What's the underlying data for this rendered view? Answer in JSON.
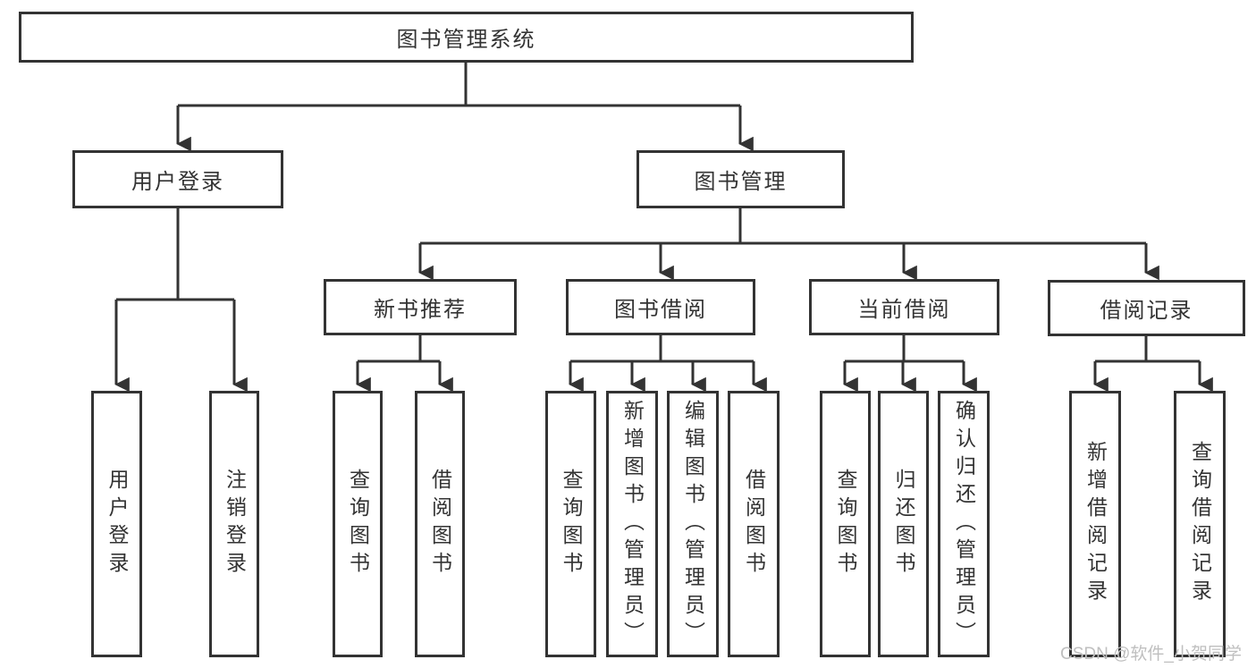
{
  "diagram": {
    "type": "hierarchy",
    "root_label": "图书管理系统",
    "nodes": {
      "root": {
        "label": "图书管理系统",
        "level": 0
      },
      "user_login": {
        "label": "用户登录",
        "level": 1
      },
      "book_mgmt": {
        "label": "图书管理",
        "level": 1
      },
      "new_book_rec": {
        "label": "新书推荐",
        "level": 2
      },
      "book_borrow": {
        "label": "图书借阅",
        "level": 2
      },
      "current_borrow": {
        "label": "当前借阅",
        "level": 2
      },
      "borrow_records": {
        "label": "借阅记录",
        "level": 2
      },
      "leaf_user_login": {
        "label": "用户登录",
        "level": 3
      },
      "leaf_logout": {
        "label": "注销登录",
        "level": 3
      },
      "leaf_query_book_1": {
        "label": "查询图书",
        "level": 3
      },
      "leaf_borrow_book_1": {
        "label": "借阅图书",
        "level": 3
      },
      "leaf_query_book_2": {
        "label": "查询图书",
        "level": 3
      },
      "leaf_add_book": {
        "label": "新增图书（管理员）",
        "level": 3
      },
      "leaf_edit_book": {
        "label": "编辑图书（管理员）",
        "level": 3
      },
      "leaf_borrow_book_2": {
        "label": "借阅图书",
        "level": 3
      },
      "leaf_query_book_3": {
        "label": "查询图书",
        "level": 3
      },
      "leaf_return_book": {
        "label": "归还图书",
        "level": 3
      },
      "leaf_confirm_return": {
        "label": "确认归还（管理员）",
        "level": 3
      },
      "leaf_add_record": {
        "label": "新增借阅记录",
        "level": 3
      },
      "leaf_query_record": {
        "label": "查询借阅记录",
        "level": 3
      }
    },
    "edges": [
      [
        "图书管理系统",
        "用户登录"
      ],
      [
        "图书管理系统",
        "图书管理"
      ],
      [
        "用户登录",
        "用户登录"
      ],
      [
        "用户登录",
        "注销登录"
      ],
      [
        "图书管理",
        "新书推荐"
      ],
      [
        "图书管理",
        "图书借阅"
      ],
      [
        "图书管理",
        "当前借阅"
      ],
      [
        "图书管理",
        "借阅记录"
      ],
      [
        "新书推荐",
        "查询图书"
      ],
      [
        "新书推荐",
        "借阅图书"
      ],
      [
        "图书借阅",
        "查询图书"
      ],
      [
        "图书借阅",
        "新增图书（管理员）"
      ],
      [
        "图书借阅",
        "编辑图书（管理员）"
      ],
      [
        "图书借阅",
        "借阅图书"
      ],
      [
        "当前借阅",
        "查询图书"
      ],
      [
        "当前借阅",
        "归还图书"
      ],
      [
        "当前借阅",
        "确认归还（管理员）"
      ],
      [
        "借阅记录",
        "新增借阅记录"
      ],
      [
        "借阅记录",
        "查询借阅记录"
      ]
    ],
    "watermark": "CSDN @软件_小贺同学",
    "colors": {
      "line": "#333333",
      "box_border": "#333333",
      "text": "#333333",
      "watermark": "#bfbfbf",
      "background": "#ffffff"
    }
  }
}
